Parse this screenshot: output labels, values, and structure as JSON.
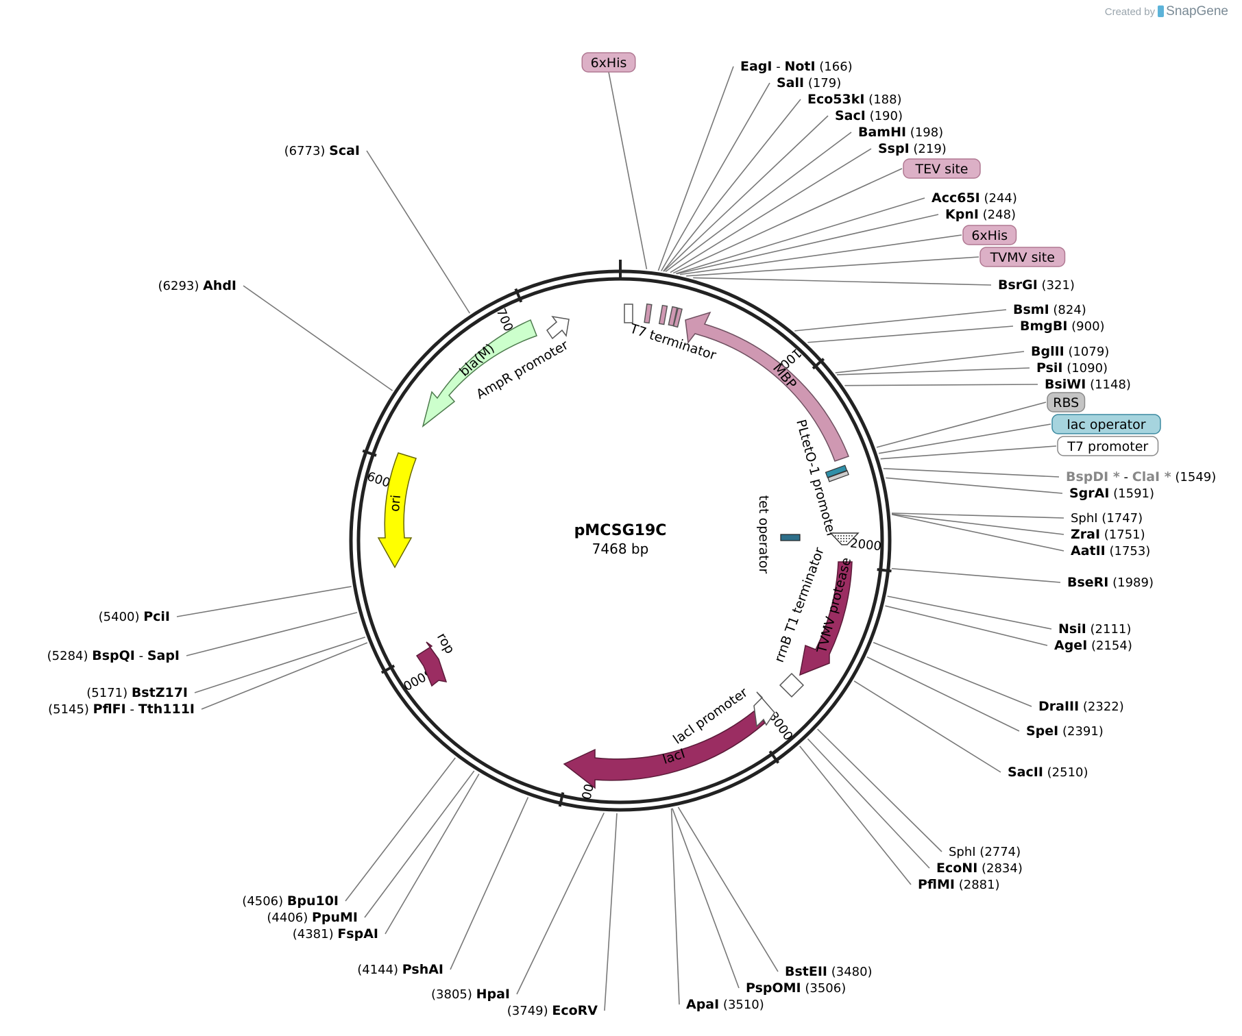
{
  "credit": {
    "created_by": "Created by",
    "brand": "SnapGene"
  },
  "plasmid": {
    "name": "pMCSG19C",
    "size_label": "7468 bp",
    "length": 7468
  },
  "ticks": [
    {
      "pos": 1000,
      "label": "1000"
    },
    {
      "pos": 2000,
      "label": "2000"
    },
    {
      "pos": 3000,
      "label": "3000"
    },
    {
      "pos": 4000,
      "label": "4000"
    },
    {
      "pos": 5000,
      "label": "5000"
    },
    {
      "pos": 6000,
      "label": "6000"
    },
    {
      "pos": 7000,
      "label": "7000"
    }
  ],
  "sites": [
    {
      "name": "EagI",
      "name2": "NotI",
      "pos": 166,
      "pos_label": "(166)",
      "side": "right"
    },
    {
      "name": "SalI",
      "pos": 179,
      "pos_label": "(179)",
      "side": "right"
    },
    {
      "name": "Eco53kI",
      "pos": 188,
      "pos_label": "(188)",
      "side": "right"
    },
    {
      "name": "SacI",
      "pos": 190,
      "pos_label": "(190)",
      "side": "right"
    },
    {
      "name": "BamHI",
      "pos": 198,
      "pos_label": "(198)",
      "side": "right"
    },
    {
      "name": "SspI",
      "pos": 219,
      "pos_label": "(219)",
      "side": "right"
    },
    {
      "name": "Acc65I",
      "pos": 244,
      "pos_label": "(244)",
      "side": "right"
    },
    {
      "name": "KpnI",
      "pos": 248,
      "pos_label": "(248)",
      "side": "right"
    },
    {
      "name": "BsrGI",
      "pos": 321,
      "pos_label": "(321)",
      "side": "right"
    },
    {
      "name": "BsmI",
      "pos": 824,
      "pos_label": "(824)",
      "side": "right"
    },
    {
      "name": "BmgBI",
      "pos": 900,
      "pos_label": "(900)",
      "side": "right"
    },
    {
      "name": "BglII",
      "pos": 1079,
      "pos_label": "(1079)",
      "side": "right"
    },
    {
      "name": "PsiI",
      "pos": 1090,
      "pos_label": "(1090)",
      "side": "right"
    },
    {
      "name": "BsiWI",
      "pos": 1148,
      "pos_label": "(1148)",
      "side": "right"
    },
    {
      "name": "BspDI",
      "name2": "ClaI",
      "star": "*",
      "pos": 1549,
      "pos_label": "(1549)",
      "side": "right",
      "muted": true
    },
    {
      "name": "SgrAI",
      "pos": 1591,
      "pos_label": "(1591)",
      "side": "right"
    },
    {
      "name": "SphI",
      "pos": 1747,
      "pos_label": "(1747)",
      "side": "right",
      "plain": true
    },
    {
      "name": "ZraI",
      "pos": 1751,
      "pos_label": "(1751)",
      "side": "right"
    },
    {
      "name": "AatII",
      "pos": 1753,
      "pos_label": "(1753)",
      "side": "right"
    },
    {
      "name": "BseRI",
      "pos": 1989,
      "pos_label": "(1989)",
      "side": "right"
    },
    {
      "name": "NsiI",
      "pos": 2111,
      "pos_label": "(2111)",
      "side": "right"
    },
    {
      "name": "AgeI",
      "pos": 2154,
      "pos_label": "(2154)",
      "side": "right"
    },
    {
      "name": "DraIII",
      "pos": 2322,
      "pos_label": "(2322)",
      "side": "right"
    },
    {
      "name": "SpeI",
      "pos": 2391,
      "pos_label": "(2391)",
      "side": "right"
    },
    {
      "name": "SacII",
      "pos": 2510,
      "pos_label": "(2510)",
      "side": "right"
    },
    {
      "name": "SphI",
      "pos": 2774,
      "pos_label": "(2774)",
      "side": "right",
      "plain": true
    },
    {
      "name": "EcoNI",
      "pos": 2834,
      "pos_label": "(2834)",
      "side": "right"
    },
    {
      "name": "PflMI",
      "pos": 2881,
      "pos_label": "(2881)",
      "side": "right"
    },
    {
      "name": "BstEII",
      "pos": 3480,
      "pos_label": "(3480)",
      "side": "right"
    },
    {
      "name": "PspOMI",
      "pos": 3506,
      "pos_label": "(3506)",
      "side": "right"
    },
    {
      "name": "ApaI",
      "pos": 3510,
      "pos_label": "(3510)",
      "side": "right"
    },
    {
      "name": "EcoRV",
      "pos": 3749,
      "pos_label": "(3749)",
      "side": "left"
    },
    {
      "name": "HpaI",
      "pos": 3805,
      "pos_label": "(3805)",
      "side": "left"
    },
    {
      "name": "PshAI",
      "pos": 4144,
      "pos_label": "(4144)",
      "side": "left"
    },
    {
      "name": "FspAI",
      "pos": 4381,
      "pos_label": "(4381)",
      "side": "left"
    },
    {
      "name": "PpuMI",
      "pos": 4406,
      "pos_label": "(4406)",
      "side": "left"
    },
    {
      "name": "Bpu10I",
      "pos": 4506,
      "pos_label": "(4506)",
      "side": "left"
    },
    {
      "name": "PflFI",
      "name2": "Tth111I",
      "pos": 5145,
      "pos_label": "(5145)",
      "side": "left"
    },
    {
      "name": "BstZ17I",
      "pos": 5171,
      "pos_label": "(5171)",
      "side": "left"
    },
    {
      "name": "BspQI",
      "name2": "SapI",
      "pos": 5284,
      "pos_label": "(5284)",
      "side": "left"
    },
    {
      "name": "PciI",
      "pos": 5400,
      "pos_label": "(5400)",
      "side": "left"
    },
    {
      "name": "AhdI",
      "pos": 6293,
      "pos_label": "(6293)",
      "side": "left"
    },
    {
      "name": "ScaI",
      "pos": 6773,
      "pos_label": "(6773)",
      "side": "left"
    }
  ],
  "callouts": [
    {
      "label": "6xHis",
      "color": "#dcb0c6",
      "border": "#b07892",
      "pos": 115
    },
    {
      "label": "TEV site",
      "color": "#dcb0c6",
      "border": "#b07892",
      "pos": 232
    },
    {
      "label": "6xHis",
      "color": "#dcb0c6",
      "border": "#b07892",
      "pos": 262
    },
    {
      "label": "TVMV site",
      "color": "#dcb0c6",
      "border": "#b07892",
      "pos": 290
    },
    {
      "label": "RBS",
      "color": "#c4c4c4",
      "border": "#8a8a8a",
      "pos": 1452
    },
    {
      "label": "lac operator",
      "color": "#a6d4de",
      "border": "#3c8aa0",
      "pos": 1480
    },
    {
      "label": "T7 promoter",
      "color": "#ffffff",
      "border": "#888888",
      "pos": 1505
    }
  ],
  "features": [
    {
      "name": "MBP",
      "color": "#cf98b2",
      "text_color": "#000000"
    },
    {
      "name": "TVMV protease",
      "color": "#9b2d62",
      "text_color": "#ffffff"
    },
    {
      "name": "lacI",
      "color": "#9b2d62",
      "text_color": "#ffffff"
    },
    {
      "name": "rop",
      "color": "#9b2d62",
      "text_color": "#000000"
    },
    {
      "name": "ori",
      "color": "#ffff00",
      "text_color": "#000000"
    },
    {
      "name": "bla(M)",
      "color": "#ccffcc",
      "text_color": "#000000"
    }
  ],
  "element_labels": {
    "t7_terminator": "T7 terminator",
    "pltet_promoter": "PLtetO-1 promoter",
    "tet_operator": "tet operator",
    "rrnb_terminator": "rrnB T1 terminator",
    "laci_promoter": "lacI promoter",
    "ampr_promoter": "AmpR promoter"
  }
}
